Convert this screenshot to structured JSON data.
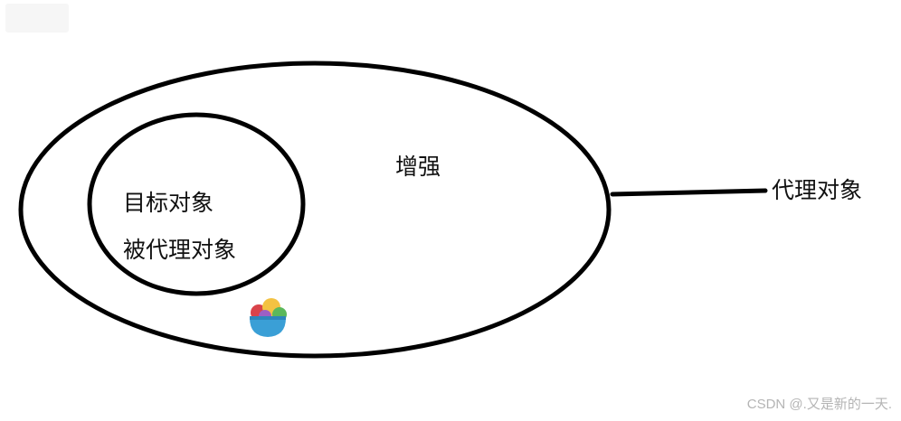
{
  "diagram": {
    "outer_region": {
      "label": "增强"
    },
    "inner_region": {
      "label_line1": "目标对象",
      "label_line2": "被代理对象"
    },
    "callout": {
      "label": "代理对象"
    },
    "logo_icon": "colorful-bowl-icon",
    "colors": {
      "stroke": "#000000",
      "text": "#111111",
      "bowl": "#3a9fd6",
      "watermark": "#b4b4b4"
    }
  },
  "watermark": {
    "text": "CSDN @.又是新的一天."
  }
}
